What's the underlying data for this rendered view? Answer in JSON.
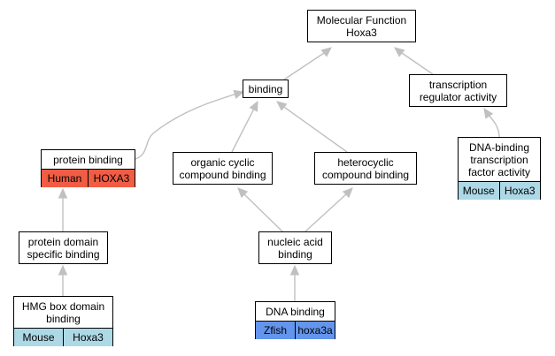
{
  "diagram": {
    "nodes": [
      {
        "id": "molecular-function",
        "label": "Molecular Function\nHoxa3"
      },
      {
        "id": "binding",
        "label": "binding"
      },
      {
        "id": "transcription-regulator-activity",
        "label": "transcription\nregulator activity"
      },
      {
        "id": "protein-binding",
        "label": "protein binding",
        "annotation": {
          "species": "Human",
          "gene": "HOXA3",
          "color": "#f05c44"
        }
      },
      {
        "id": "organic-cyclic-compound-binding",
        "label": "organic cyclic\ncompound binding"
      },
      {
        "id": "heterocyclic-compound-binding",
        "label": "heterocyclic\ncompound binding"
      },
      {
        "id": "dna-binding-transcription-factor-activity",
        "label": "DNA-binding\ntranscription\nfactor activity",
        "annotation": {
          "species": "Mouse",
          "gene": "Hoxa3",
          "color": "#add8e6"
        }
      },
      {
        "id": "protein-domain-specific-binding",
        "label": "protein domain\nspecific binding"
      },
      {
        "id": "nucleic-acid-binding",
        "label": "nucleic acid\nbinding"
      },
      {
        "id": "hmg-box-domain-binding",
        "label": "HMG box domain\nbinding",
        "annotation": {
          "species": "Mouse",
          "gene": "Hoxa3",
          "color": "#add8e6"
        }
      },
      {
        "id": "dna-binding",
        "label": "DNA binding",
        "annotation": {
          "species": "Zfish",
          "gene": "hoxa3a",
          "color": "#6495ed"
        }
      }
    ],
    "edges": [
      {
        "from": "binding",
        "to": "molecular-function"
      },
      {
        "from": "transcription-regulator-activity",
        "to": "molecular-function"
      },
      {
        "from": "protein-binding",
        "to": "binding"
      },
      {
        "from": "organic-cyclic-compound-binding",
        "to": "binding"
      },
      {
        "from": "heterocyclic-compound-binding",
        "to": "binding"
      },
      {
        "from": "dna-binding-transcription-factor-activity",
        "to": "transcription-regulator-activity"
      },
      {
        "from": "protein-domain-specific-binding",
        "to": "protein-binding"
      },
      {
        "from": "nucleic-acid-binding",
        "to": "organic-cyclic-compound-binding"
      },
      {
        "from": "nucleic-acid-binding",
        "to": "heterocyclic-compound-binding"
      },
      {
        "from": "hmg-box-domain-binding",
        "to": "protein-domain-specific-binding"
      },
      {
        "from": "dna-binding",
        "to": "nucleic-acid-binding"
      }
    ],
    "edge_color": "#c0c0c0"
  }
}
